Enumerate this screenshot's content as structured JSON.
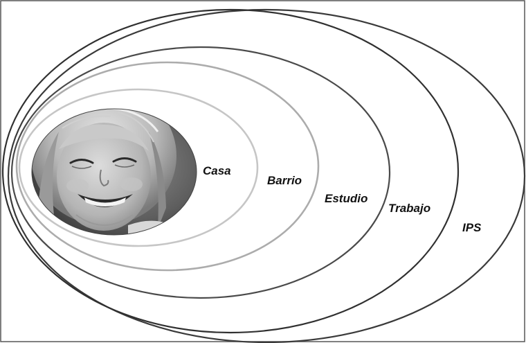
{
  "rings": [
    {
      "label": "Casa",
      "color": "#c6c6c6"
    },
    {
      "label": "Barrio",
      "color": "#acacac"
    },
    {
      "label": "Estudio",
      "color": "#4a4a4a"
    },
    {
      "label": "Trabajo",
      "color": "#303030"
    },
    {
      "label": "IPS",
      "color": "#3a3a3a"
    }
  ],
  "photo": {
    "subject": "smiling-child-photo",
    "tone": "grayscale"
  }
}
